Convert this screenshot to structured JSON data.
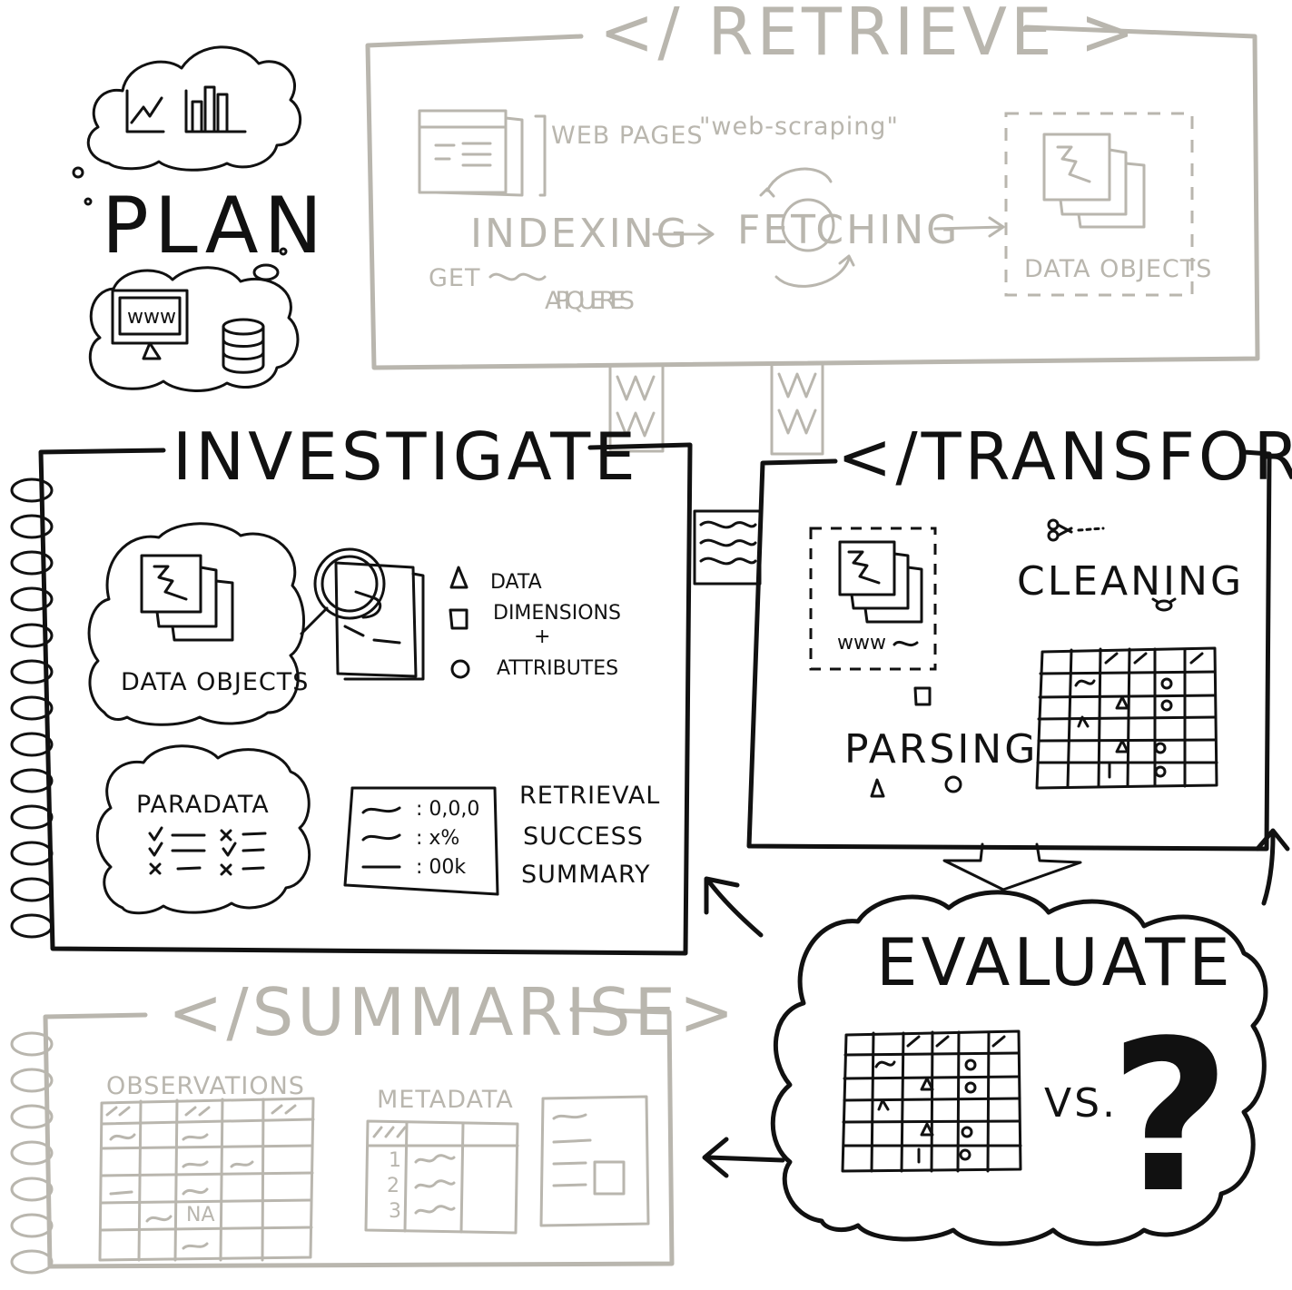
{
  "plan": {
    "title": "PLAN",
    "screen_text": "www"
  },
  "retrieve": {
    "title": "</ RETRIEVE >",
    "web_pages": "WEB PAGES",
    "web_scraping": "\"web-scraping\"",
    "indexing": "INDEXING",
    "fetching": "FETCHING",
    "get": "GET",
    "api_queries": "API QUERIES",
    "data_objects": "DATA OBJECTS"
  },
  "investigate": {
    "title": "INVESTIGATE",
    "data_objects": "DATA OBJECTS",
    "legend_data": "DATA",
    "legend_dimensions": "DIMENSIONS",
    "legend_plus": "+",
    "legend_attributes": "ATTRIBUTES",
    "paradata": "PARADATA",
    "summary_row1": ": 0,0,0",
    "summary_row2": ": x%",
    "summary_row3": ": 00k",
    "retrieval": "RETRIEVAL",
    "success": "SUCCESS",
    "summary": "SUMMARY"
  },
  "transform": {
    "title": "</TRANSFORM>",
    "cleaning": "CLEANING",
    "parsing": "PARSING",
    "www": "www"
  },
  "evaluate": {
    "title": "EVALUATE",
    "vs": "VS.",
    "question": "?"
  },
  "summarise": {
    "title": "</SUMMARISE>",
    "observations": "OBSERVATIONS",
    "metadata": "METADATA",
    "row_numbers": [
      "1",
      "2",
      "3"
    ],
    "na": "NA"
  }
}
